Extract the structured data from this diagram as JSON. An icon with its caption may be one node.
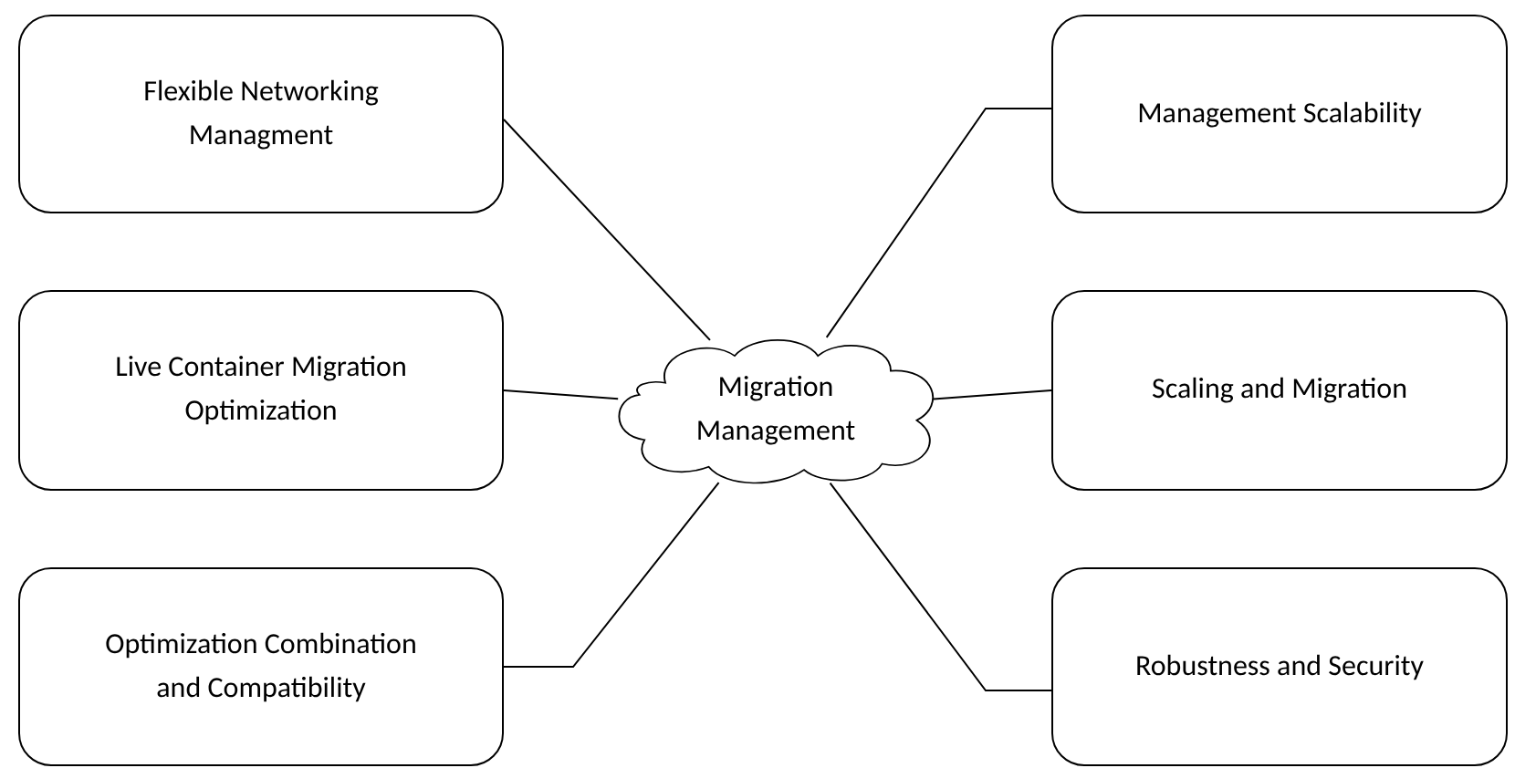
{
  "diagram": {
    "nodes": [
      {
        "text": [
          "Flexible Networking Managment"
        ]
      },
      {
        "text": [
          "Live Container Migration Optimization"
        ]
      },
      {
        "text": [
          "Optimization Combination and Compatibility"
        ]
      },
      {
        "text": [
          "Migration Management"
        ]
      },
      {
        "text": [
          "Management Scalability"
        ]
      },
      {
        "text": [
          "Scaling and Migration"
        ]
      },
      {
        "text": [
          "Robustness and Security"
        ]
      }
    ],
    "edges": [
      {
        "from": 3,
        "to": 0,
        "arrow": "none"
      },
      {
        "from": 3,
        "to": 1,
        "arrow": "none"
      },
      {
        "from": 3,
        "to": 2,
        "arrow": "none"
      },
      {
        "from": 3,
        "to": 4,
        "arrow": "none"
      },
      {
        "from": 3,
        "to": 5,
        "arrow": "none"
      },
      {
        "from": 3,
        "to": 6,
        "arrow": "none"
      }
    ]
  }
}
